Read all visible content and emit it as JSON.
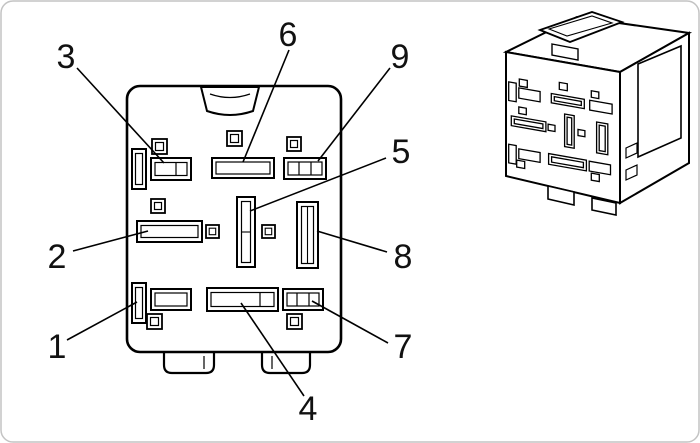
{
  "diagram": {
    "description": "Electrical connector terminal identification diagram",
    "views": [
      {
        "name": "connector-front-view"
      },
      {
        "name": "connector-isometric-view"
      }
    ],
    "callouts": [
      {
        "label": "1"
      },
      {
        "label": "2"
      },
      {
        "label": "3"
      },
      {
        "label": "4"
      },
      {
        "label": "5"
      },
      {
        "label": "6"
      },
      {
        "label": "7"
      },
      {
        "label": "8"
      },
      {
        "label": "9"
      }
    ],
    "colors": {
      "line": "#000000",
      "background": "#ffffff",
      "border": "#c4c4c4"
    }
  }
}
